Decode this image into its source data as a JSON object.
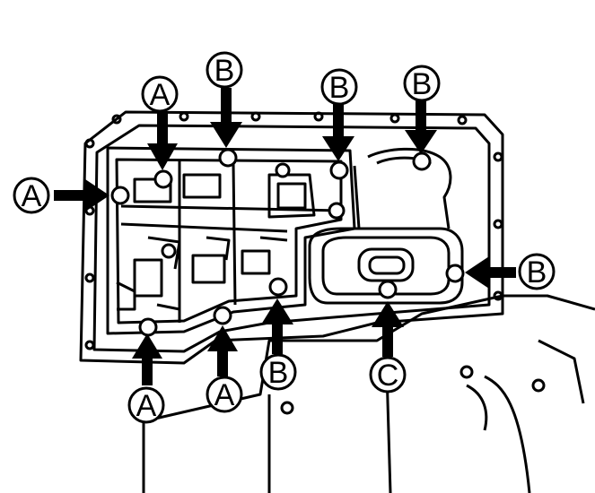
{
  "callouts": {
    "A1": "A",
    "A2": "A",
    "A3": "A",
    "A4": "A",
    "B1": "B",
    "B2": "B",
    "B3": "B",
    "B4": "B",
    "B5": "B",
    "C1": "C"
  },
  "colors": {
    "ink": "#000000",
    "paper": "#ffffff"
  }
}
